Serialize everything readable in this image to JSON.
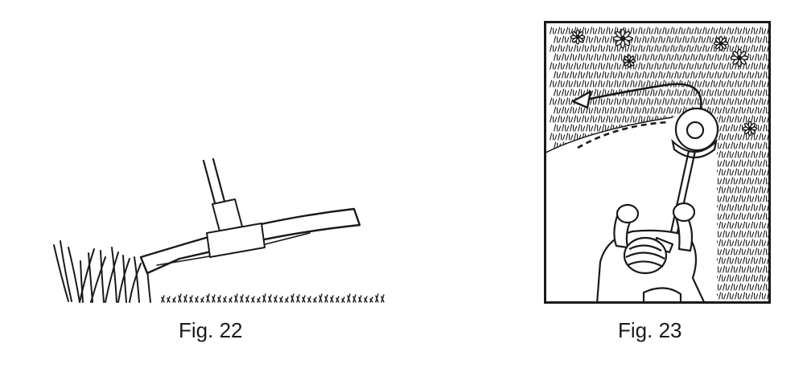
{
  "figures": [
    {
      "caption": "Fig. 22",
      "depicts": "trimmer-head-tilted-over-grass"
    },
    {
      "caption": "Fig. 23",
      "depicts": "operator-top-view-sweeping-trimmer-arc"
    }
  ],
  "colors": {
    "ink": "#1a1a1a",
    "paper": "#ffffff"
  }
}
